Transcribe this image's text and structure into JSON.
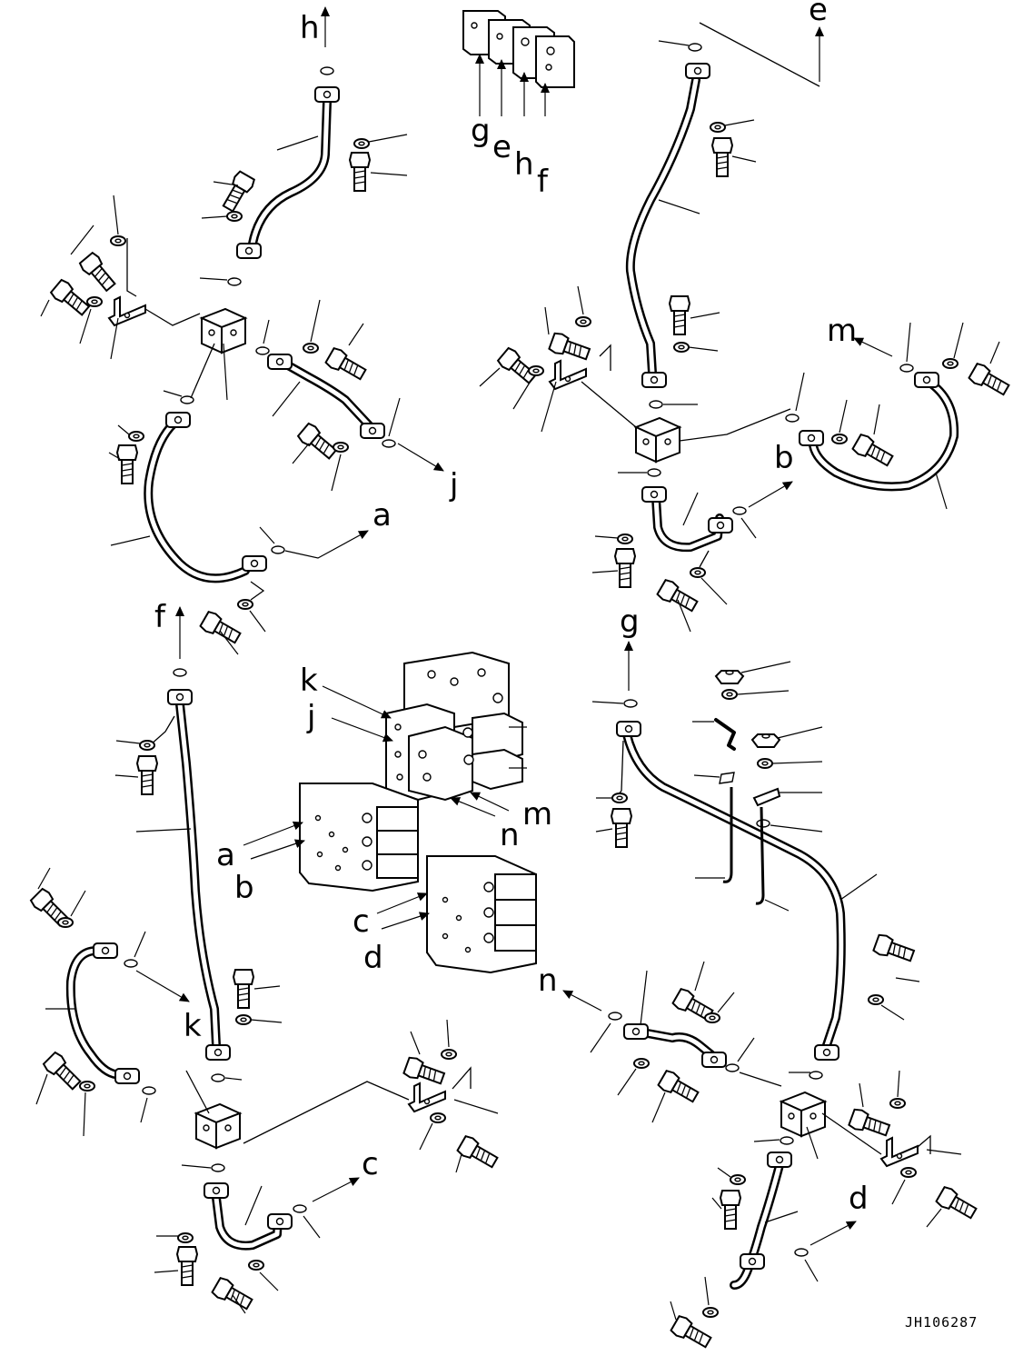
{
  "labels": {
    "a": "a",
    "b": "b",
    "c": "c",
    "d": "d",
    "e": "e",
    "f": "f",
    "g": "g",
    "h": "h",
    "j": "j",
    "k": "k",
    "m": "m",
    "n": "n"
  },
  "document_code": "JH106287",
  "icons": [
    "arrow-icon",
    "bolt-icon",
    "washer-icon",
    "o-ring-icon",
    "block-icon",
    "bracket-icon",
    "valve-icon",
    "u-bolt-icon",
    "nut-icon"
  ]
}
